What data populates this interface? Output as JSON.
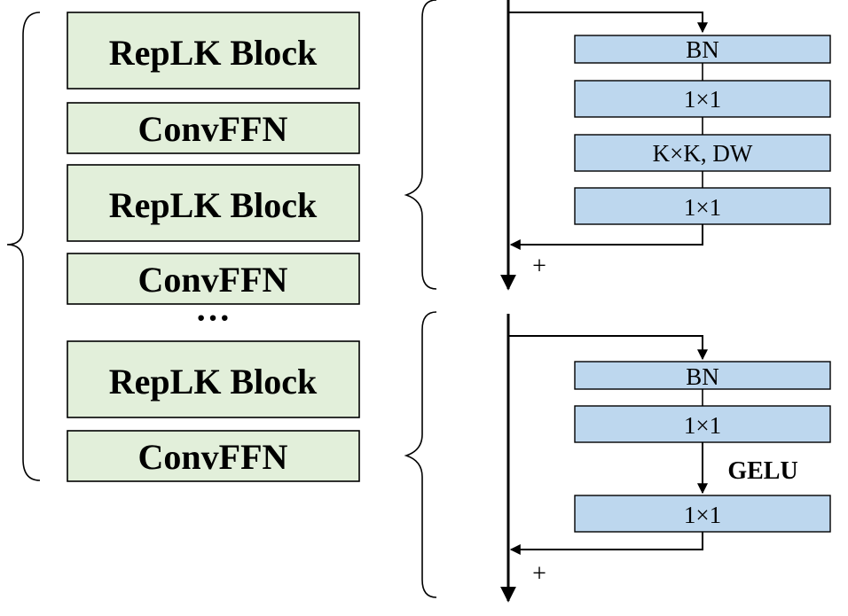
{
  "colors": {
    "stage_block_fill": "#e2efda",
    "layer_fill": "#bdd7ee",
    "line": "#000000"
  },
  "stage": {
    "blocks": [
      {
        "label": "RepLK Block",
        "kind": "tall"
      },
      {
        "label": "ConvFFN",
        "kind": "short"
      },
      {
        "label": "RepLK Block",
        "kind": "tall"
      },
      {
        "label": "ConvFFN",
        "kind": "short"
      },
      {
        "label": "RepLK Block",
        "kind": "tall"
      },
      {
        "label": "ConvFFN",
        "kind": "short"
      }
    ],
    "ellipsis": "···"
  },
  "replk_block": {
    "layers": [
      "BN",
      "1×1",
      "K×K, DW",
      "1×1"
    ],
    "sum_symbol": "+"
  },
  "convffn": {
    "layers": [
      "BN",
      "1×1",
      "1×1"
    ],
    "activation": "GELU",
    "sum_symbol": "+"
  }
}
